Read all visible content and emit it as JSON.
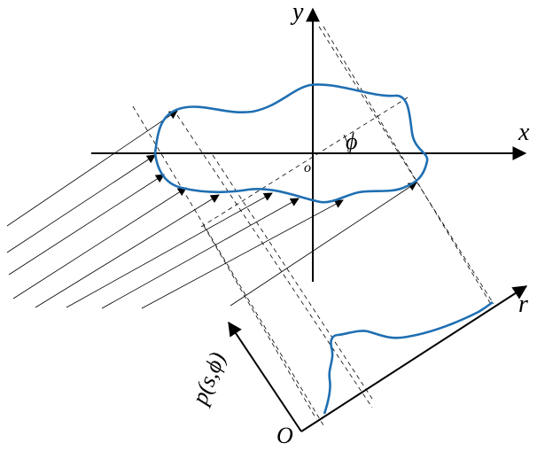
{
  "labels": {
    "x_axis": "x",
    "y_axis": "y",
    "origin_small": "o",
    "angle": "ϕ",
    "r_axis": "r",
    "projection_axis": "p(s,ϕ)",
    "projection_origin": "O"
  },
  "colors": {
    "curve": "#1f6fb2",
    "axes": "#000000",
    "rays": "#000000",
    "guides": "#000000"
  }
}
